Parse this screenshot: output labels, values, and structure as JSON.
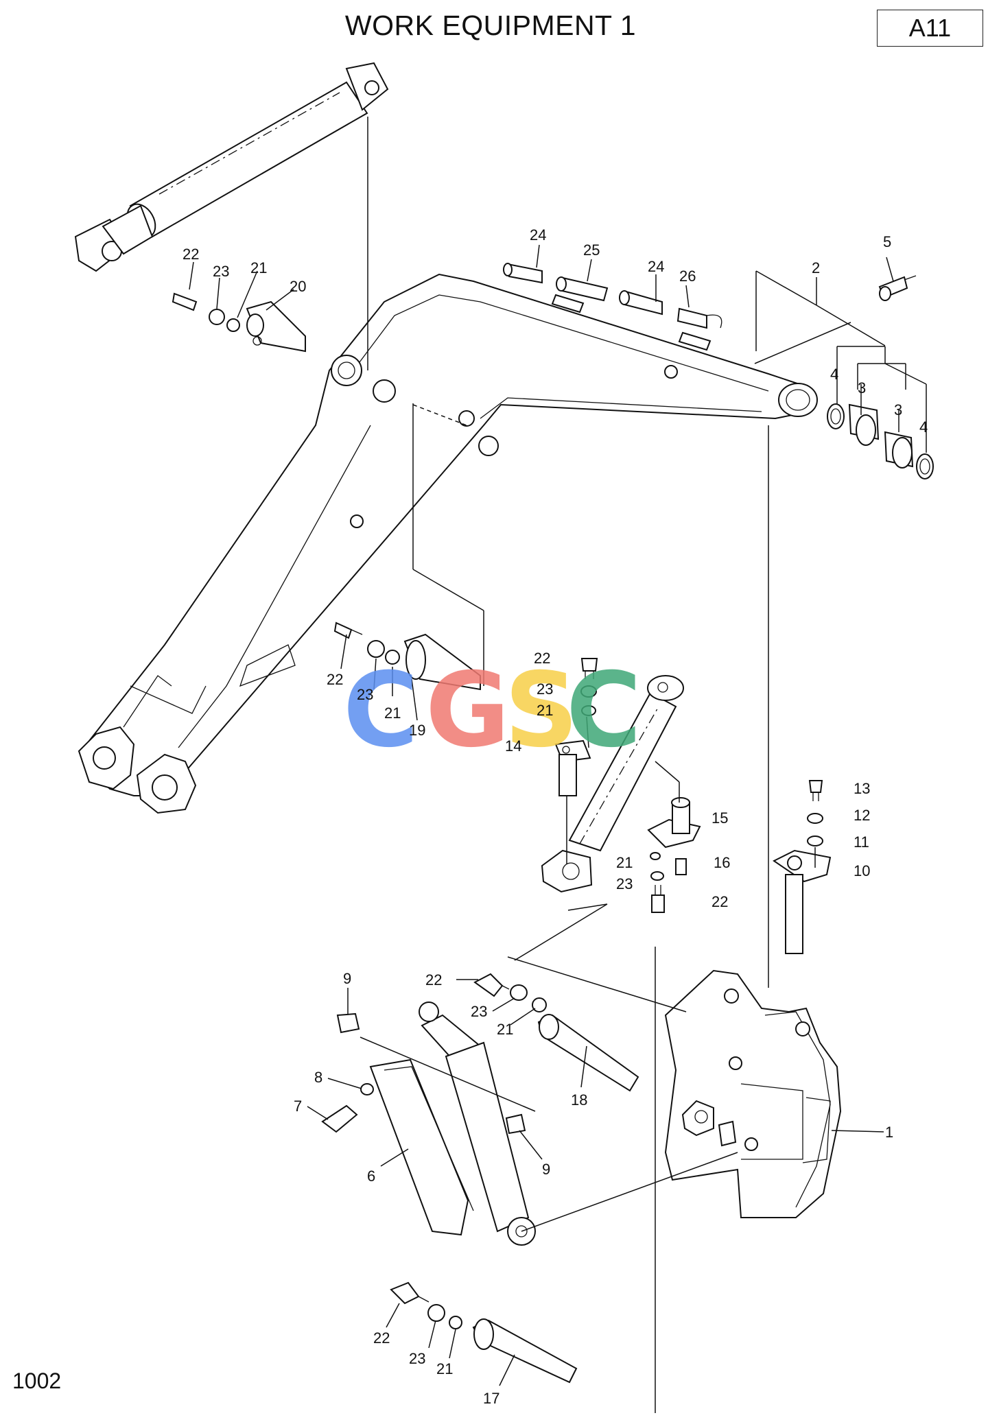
{
  "header": {
    "title": "WORK EQUIPMENT 1",
    "section_code": "A11"
  },
  "footer": {
    "page_number": "1002"
  },
  "watermark": {
    "letters": [
      "C",
      "G",
      "S",
      "C"
    ],
    "colors": [
      "#5b8ff0",
      "#f07a72",
      "#f7cf48",
      "#3fa877"
    ]
  },
  "callouts": [
    {
      "id": "c24a",
      "text": "24"
    },
    {
      "id": "c25",
      "text": "25"
    },
    {
      "id": "c24b",
      "text": "24"
    },
    {
      "id": "c26",
      "text": "26"
    },
    {
      "id": "c2",
      "text": "2"
    },
    {
      "id": "c5",
      "text": "5"
    },
    {
      "id": "c4a",
      "text": "4"
    },
    {
      "id": "c3a",
      "text": "3"
    },
    {
      "id": "c3b",
      "text": "3"
    },
    {
      "id": "c4b",
      "text": "4"
    },
    {
      "id": "c22a",
      "text": "22"
    },
    {
      "id": "c23a",
      "text": "23"
    },
    {
      "id": "c21a",
      "text": "21"
    },
    {
      "id": "c20",
      "text": "20"
    },
    {
      "id": "c22b",
      "text": "22"
    },
    {
      "id": "c23b",
      "text": "23"
    },
    {
      "id": "c21b",
      "text": "21"
    },
    {
      "id": "c19",
      "text": "19"
    },
    {
      "id": "c22c",
      "text": "22"
    },
    {
      "id": "c23c",
      "text": "23"
    },
    {
      "id": "c21c",
      "text": "21"
    },
    {
      "id": "c14",
      "text": "14"
    },
    {
      "id": "c15",
      "text": "15"
    },
    {
      "id": "c21d",
      "text": "21"
    },
    {
      "id": "c16",
      "text": "16"
    },
    {
      "id": "c23d",
      "text": "23"
    },
    {
      "id": "c22d",
      "text": "22"
    },
    {
      "id": "c13",
      "text": "13"
    },
    {
      "id": "c12",
      "text": "12"
    },
    {
      "id": "c11",
      "text": "11"
    },
    {
      "id": "c10",
      "text": "10"
    },
    {
      "id": "c9a",
      "text": "9"
    },
    {
      "id": "c22e",
      "text": "22"
    },
    {
      "id": "c23e",
      "text": "23"
    },
    {
      "id": "c21e",
      "text": "21"
    },
    {
      "id": "c18",
      "text": "18"
    },
    {
      "id": "c8",
      "text": "8"
    },
    {
      "id": "c7",
      "text": "7"
    },
    {
      "id": "c9b",
      "text": "9"
    },
    {
      "id": "c6",
      "text": "6"
    },
    {
      "id": "c1",
      "text": "1"
    },
    {
      "id": "c22f",
      "text": "22"
    },
    {
      "id": "c23f",
      "text": "23"
    },
    {
      "id": "c21f",
      "text": "21"
    },
    {
      "id": "c17",
      "text": "17"
    }
  ]
}
